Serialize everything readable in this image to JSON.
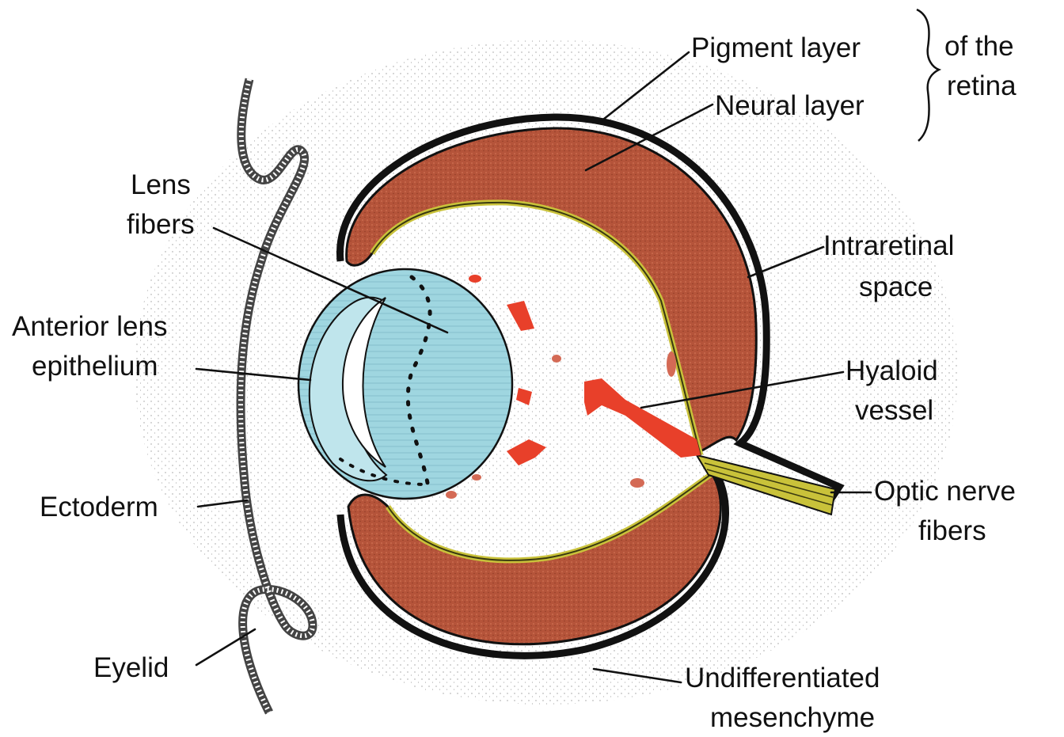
{
  "diagram": {
    "labels": {
      "pigment_layer": "Pigment layer",
      "neural_layer": "Neural layer",
      "of_the": "of the",
      "retina": "retina",
      "lens_line1": "Lens",
      "lens_line2": "fibers",
      "anterior_line1": "Anterior lens",
      "anterior_line2": "epithelium",
      "ectoderm": "Ectoderm",
      "eyelid": "Eyelid",
      "intraretinal_line1": "Intraretinal",
      "intraretinal_line2": "space",
      "hyaloid_line1": "Hyaloid",
      "hyaloid_line2": "vessel",
      "optic_line1": "Optic nerve",
      "optic_line2": "fibers",
      "mesenchyme_line1": "Undifferentiated",
      "mesenchyme_line2": "mesenchyme"
    },
    "colors": {
      "neural_layer": "#b5543a",
      "lens": "#9fd6e0",
      "hyaloid_vessel": "#e8402a",
      "nerve_fibers": "#c9c23a",
      "outline": "#111111"
    }
  }
}
